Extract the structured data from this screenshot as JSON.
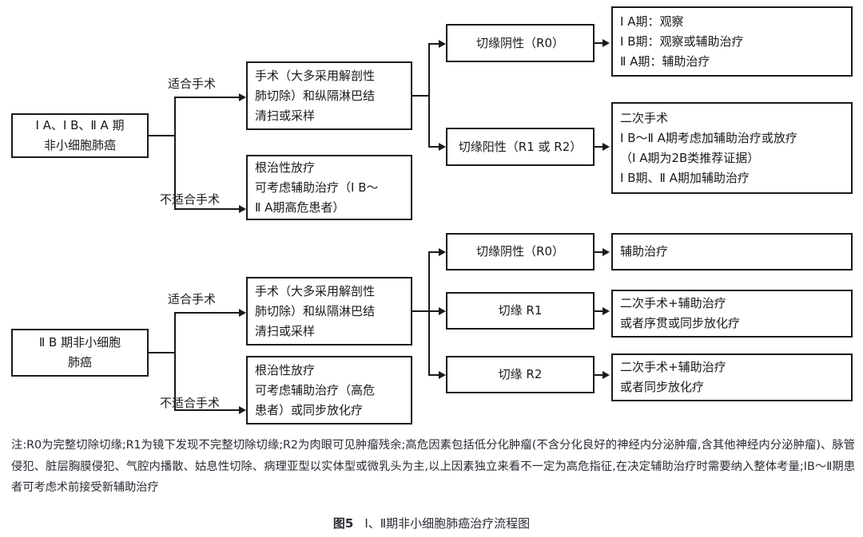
{
  "figure": {
    "caption_number": "图5",
    "caption_title": "Ⅰ、Ⅱ期非小细胞肺癌治疗流程图",
    "note": "注:R0为完整切除切缘;R1为镜下发现不完整切除切缘;R2为肉眼可见肿瘤残余;高危因素包括低分化肿瘤(不含分化良好的神经内分泌肿瘤,含其他神经内分泌肿瘤)、脉管侵犯、脏层胸膜侵犯、气腔内播散、姑息性切除、病理亚型以实体型或微乳头为主,以上因素独立来看不一定为高危指征,在决定辅助治疗时需要纳入整体考量;ⅠB～Ⅱ期患者可考虑术前接受新辅助治疗"
  },
  "flow_top": {
    "start": "Ⅰ A、Ⅰ B、Ⅱ A 期\n非小细胞肺癌",
    "branch_label_yes": "适合手术",
    "branch_label_no": "不适合手术",
    "surgery": "手术（大多采用解剖性\n肺切除）和纵隔淋巴结\n清扫或采样",
    "radiotherapy": "根治性放疗\n可考虑辅助治疗（Ⅰ B～\nⅡ A期高危患者）",
    "margin_negative": "切缘阴性（R0）",
    "margin_positive": "切缘阳性（R1 或 R2）",
    "outcome_negative": "Ⅰ A期：观察\nⅠ B期：观察或辅助治疗\nⅡ A期：辅助治疗",
    "outcome_positive": "二次手术\nⅠ B～Ⅱ A期考虑加辅助治疗或放疗\n（Ⅰ A期为2B类推荐证据）\nⅠ B期、Ⅱ A期加辅助治疗"
  },
  "flow_bottom": {
    "start": "Ⅱ B 期非小细胞\n肺癌",
    "branch_label_yes": "适合手术",
    "branch_label_no": "不适合手术",
    "surgery": "手术（大多采用解剖性\n肺切除）和纵隔淋巴结\n清扫或采样",
    "radiotherapy": "根治性放疗\n可考虑辅助治疗（高危\n患者）或同步放化疗",
    "margin_r0": "切缘阴性（R0）",
    "margin_r1": "切缘 R1",
    "margin_r2": "切缘 R2",
    "outcome_r0": "辅助治疗",
    "outcome_r1": "二次手术+辅助治疗\n或者序贯或同步放化疗",
    "outcome_r2": "二次手术+辅助治疗\n或者同步放化疗"
  },
  "colors": {
    "stroke": "#1a1a1a",
    "background": "#ffffff",
    "text": "#1a1a1a",
    "note_text": "#2a2a33"
  }
}
